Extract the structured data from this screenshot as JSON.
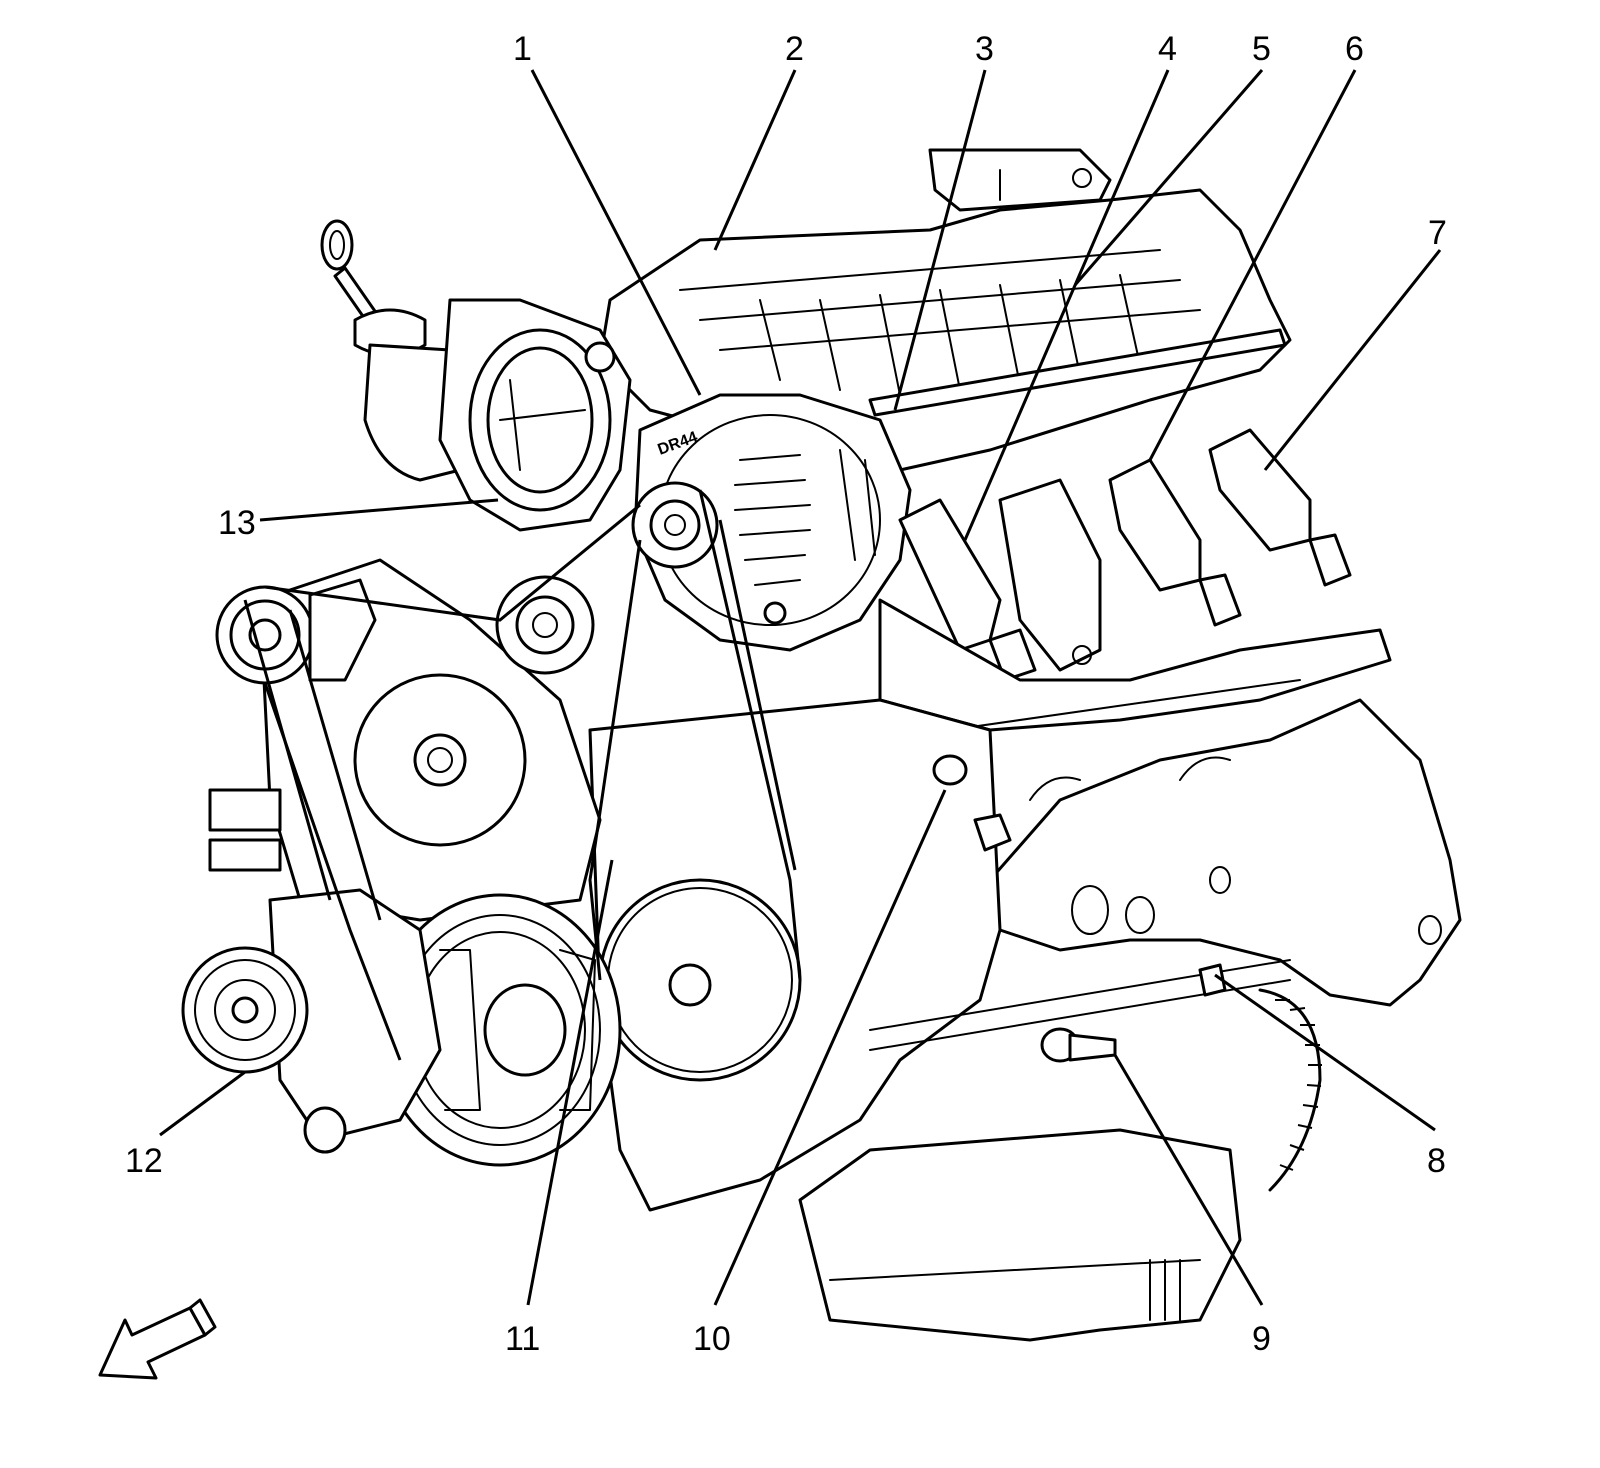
{
  "diagram": {
    "callouts": [
      {
        "id": "1",
        "label": "1"
      },
      {
        "id": "2",
        "label": "2"
      },
      {
        "id": "3",
        "label": "3"
      },
      {
        "id": "4",
        "label": "4"
      },
      {
        "id": "5",
        "label": "5"
      },
      {
        "id": "6",
        "label": "6"
      },
      {
        "id": "7",
        "label": "7"
      },
      {
        "id": "8",
        "label": "8"
      },
      {
        "id": "9",
        "label": "9"
      },
      {
        "id": "10",
        "label": "10"
      },
      {
        "id": "11",
        "label": "11"
      },
      {
        "id": "12",
        "label": "12"
      },
      {
        "id": "13",
        "label": "13"
      }
    ],
    "alternator_marking": "DR44"
  },
  "colors": {
    "line": "#000000",
    "background": "#ffffff"
  }
}
